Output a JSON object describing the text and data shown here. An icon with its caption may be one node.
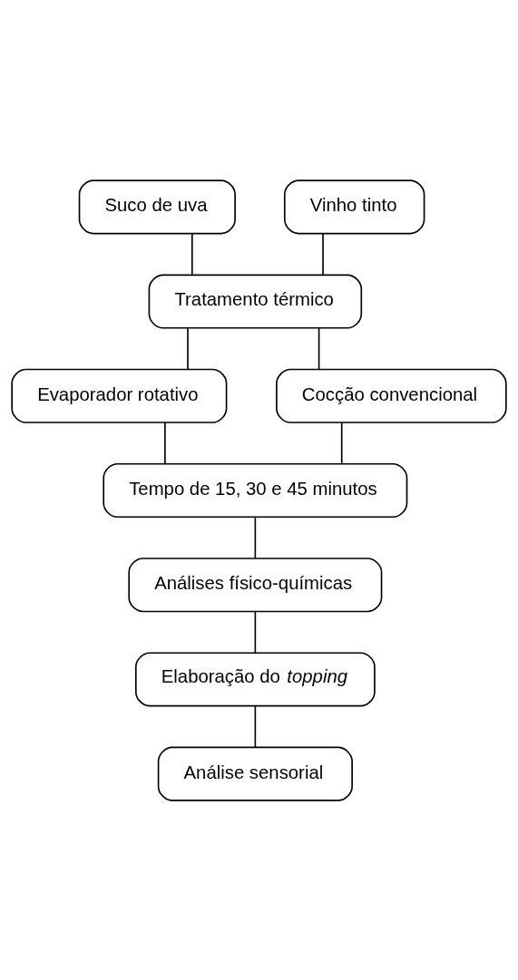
{
  "diagram": {
    "nodes": [
      {
        "text": [
          "Suco de uva"
        ]
      },
      {
        "text": [
          "Vinho tinto"
        ]
      },
      {
        "text": [
          "Tratamento térmico"
        ]
      },
      {
        "text": [
          "Evaporador rotativo"
        ]
      },
      {
        "text": [
          "Cocção convencional"
        ]
      },
      {
        "text": [
          "Tempo de 15, 30 e 45 minutos"
        ]
      },
      {
        "text": [
          "Análises físico-químicas"
        ]
      },
      {
        "text": [
          "Elaboração do *topping*"
        ]
      },
      {
        "text": [
          "Análise sensorial"
        ]
      }
    ],
    "edges": [
      {
        "from": 0,
        "to": 2,
        "arrow": "none"
      },
      {
        "from": 1,
        "to": 2,
        "arrow": "none"
      },
      {
        "from": 2,
        "to": 3,
        "arrow": "none"
      },
      {
        "from": 2,
        "to": 4,
        "arrow": "none"
      },
      {
        "from": 3,
        "to": 5,
        "arrow": "none"
      },
      {
        "from": 4,
        "to": 5,
        "arrow": "none"
      },
      {
        "from": 5,
        "to": 6,
        "arrow": "none"
      },
      {
        "from": 6,
        "to": 7,
        "arrow": "none"
      },
      {
        "from": 7,
        "to": 8,
        "arrow": "none"
      }
    ]
  }
}
